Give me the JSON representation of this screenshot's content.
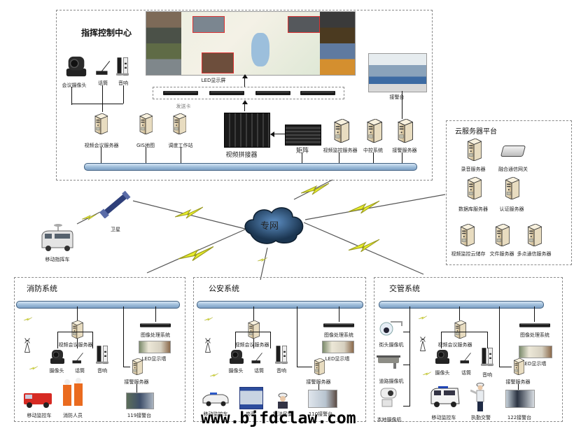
{
  "command_center": {
    "title": "指挥控制中心",
    "led_screen_label": "LED显示屏",
    "sender_card_label": "发送卡",
    "video_wall_processor_label": "视频拼接器",
    "matrix_label": "矩阵",
    "dispatch_desk_label": "接警台",
    "conference_devices": [
      "会议摄像头",
      "话筒",
      "音响"
    ],
    "servers": [
      "视频会议服务器",
      "GIS地图",
      "调度工作站",
      "视频监控服务器",
      "中控系统",
      "接警服务器"
    ]
  },
  "cloud_platform": {
    "title": "云服务器平台",
    "servers": [
      "录音服务器",
      "融合通信网关",
      "数据库服务器",
      "认证服务器",
      "视频监控云储存",
      "文件服务器",
      "多点通信服务器"
    ]
  },
  "network": {
    "private_network_label": "专网",
    "satellite_label": "卫星",
    "mobile_command_vehicle_label": "移动指挥车"
  },
  "fire_system": {
    "title": "消防系统",
    "conference_server": "视频会议服务器",
    "devices": [
      "摄像头",
      "话筒",
      "音响"
    ],
    "image_processing": "图像处理系统",
    "led_wall": "LED显示墙",
    "alarm_server": "接警服务器",
    "alarm_desk": "119接警台",
    "mobile_vehicle": "移动监控车",
    "personnel": "消防人员"
  },
  "police_system": {
    "title": "公安系统",
    "conference_server": "视频会议服务器",
    "devices": [
      "摄像头",
      "话筒",
      "音响"
    ],
    "image_processing": "图像处理系统",
    "led_wall": "LED显示墙",
    "alarm_server": "接警服务器",
    "alarm_desk": "110接警台",
    "mobile_vehicle": "移动监控车",
    "kiosk": "岗亭",
    "officer": "执法民警"
  },
  "traffic_system": {
    "title": "交管系统",
    "cameras": [
      "街头摄像机",
      "道路摄像机",
      "本地摄像机"
    ],
    "conference_server": "视频会议服务器",
    "devices": [
      "摄像头",
      "话筒",
      "音响"
    ],
    "image_processing": "图像处理系统",
    "led_wall": "LED显示墙",
    "alarm_server": "接警服务器",
    "alarm_desk": "122接警台",
    "mobile_vehicle": "移动监控车",
    "traffic_officer": "执勤交警"
  },
  "watermark": "www.bjfdclaw.com",
  "colors": {
    "bus_fill": "#9bbad8",
    "lightning": "#e8ef2a",
    "cloud": "#2c4f73"
  }
}
